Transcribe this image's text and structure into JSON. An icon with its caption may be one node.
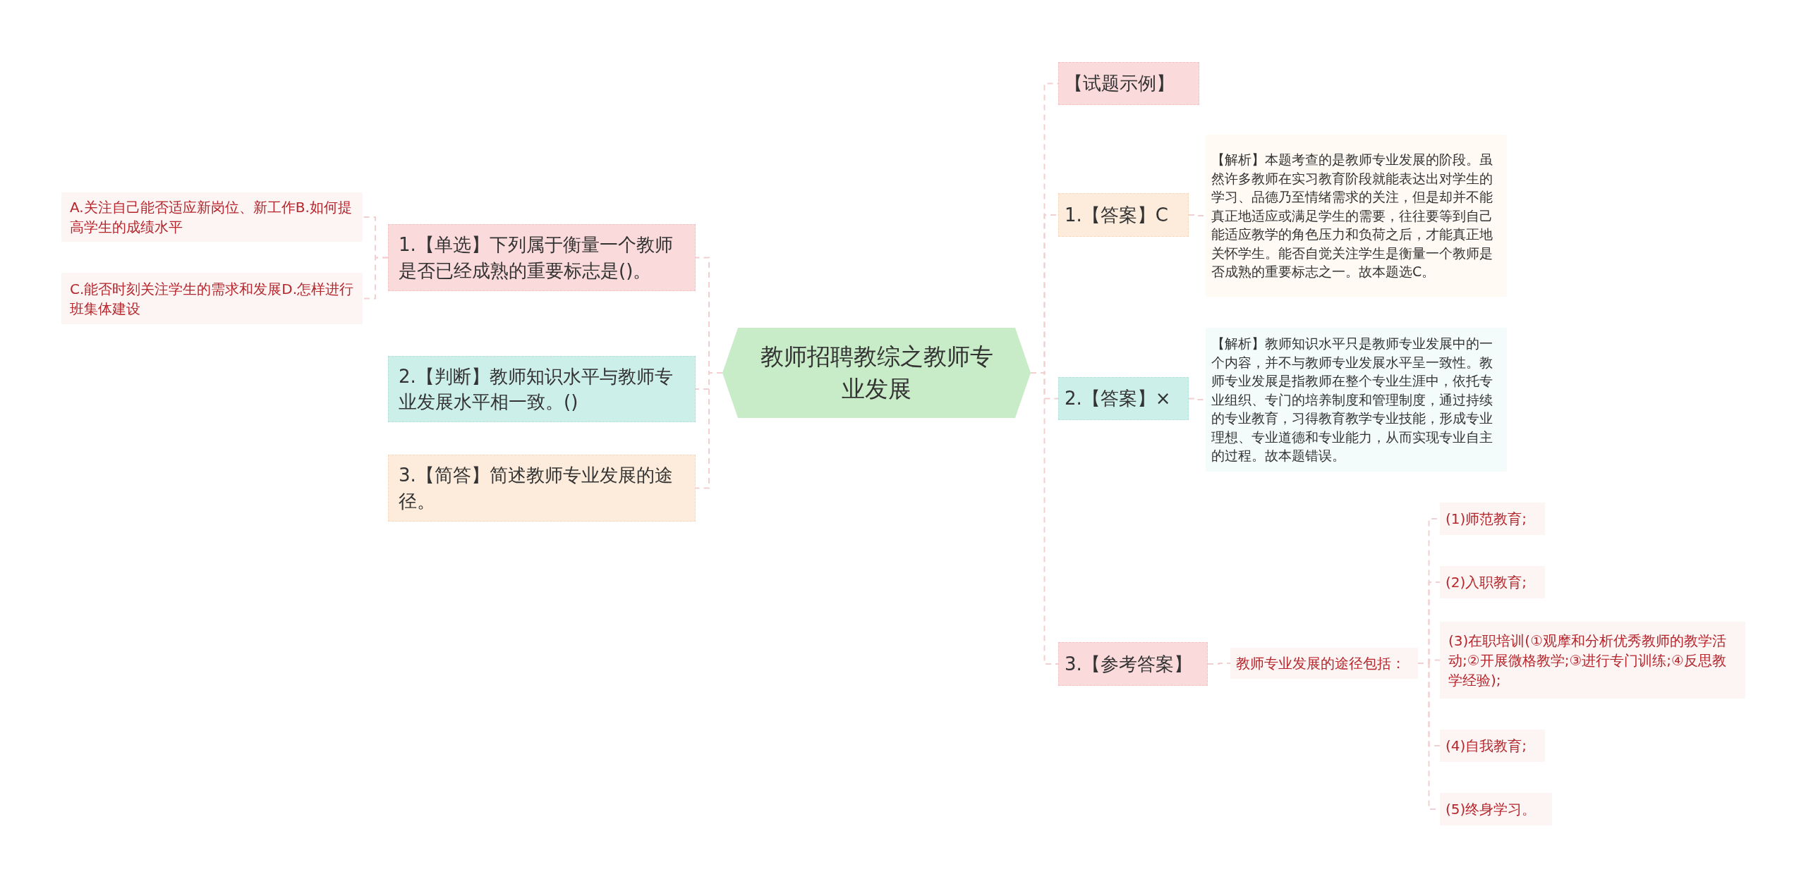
{
  "diagram": {
    "nodes": [
      {
        "text": [
          "教师招聘教综之教师专业发展"
        ]
      },
      {
        "text": [
          "1.【单选】下列属于衡量一个教师是否已经成熟的重要标志是()。"
        ]
      },
      {
        "text": [
          "A.关注自己能否适应新岗位、新工作B.如何提高学生的成绩水平"
        ]
      },
      {
        "text": [
          "C.能否时刻关注学生的需求和发展D.怎样进行班集体建设"
        ]
      },
      {
        "text": [
          "2.【判断】教师知识水平与教师专业发展水平相一致。()"
        ]
      },
      {
        "text": [
          "3.【简答】简述教师专业发展的途径。"
        ]
      },
      {
        "text": [
          "【试题示例】"
        ]
      },
      {
        "text": [
          "1.【答案】C"
        ]
      },
      {
        "text": [
          "【解析】本题考查的是教师专业发展的阶段。虽然许多教师在实习教育阶段就能表达出对学生的学习、品德乃至情绪需求的关注，但是却并不能真正地适应或满足学生的需要，往往要等到自己能适应教学的角色压力和负荷之后，才能真正地关怀学生。能否自觉关注学生是衡量一个教师是否成熟的重要标志之一。故本题选C。"
        ]
      },
      {
        "text": [
          "2.【答案】×"
        ]
      },
      {
        "text": [
          "【解析】教师知识水平只是教师专业发展中的一个内容，并不与教师专业发展水平呈一致性。教师专业发展是指教师在整个专业生涯中，依托专业组织、专门的培养制度和管理制度，通过持续的专业教育，习得教育教学专业技能，形成专业理想、专业道德和专业能力，从而实现专业自主的过程。故本题错误。"
        ]
      },
      {
        "text": [
          "3.【参考答案】"
        ]
      },
      {
        "text": [
          "教师专业发展的途径包括："
        ]
      },
      {
        "text": [
          "(1)师范教育;"
        ]
      },
      {
        "text": [
          "(2)入职教育;"
        ]
      },
      {
        "text": [
          "(3)在职培训(①观摩和分析优秀教师的教学活动;②开展微格教学;③进行专门训练;④反思教学经验);"
        ]
      },
      {
        "text": [
          "(4)自我教育;"
        ]
      },
      {
        "text": [
          "(5)终身学习。"
        ]
      }
    ],
    "edges": [
      {
        "from": 0,
        "to": 1,
        "arrow": "none"
      },
      {
        "from": 1,
        "to": 2,
        "arrow": "none"
      },
      {
        "from": 1,
        "to": 3,
        "arrow": "none"
      },
      {
        "from": 0,
        "to": 4,
        "arrow": "none"
      },
      {
        "from": 0,
        "to": 5,
        "arrow": "none"
      },
      {
        "from": 0,
        "to": 6,
        "arrow": "none"
      },
      {
        "from": 0,
        "to": 7,
        "arrow": "none"
      },
      {
        "from": 7,
        "to": 8,
        "arrow": "none"
      },
      {
        "from": 0,
        "to": 9,
        "arrow": "none"
      },
      {
        "from": 9,
        "to": 10,
        "arrow": "none"
      },
      {
        "from": 0,
        "to": 11,
        "arrow": "none"
      },
      {
        "from": 11,
        "to": 12,
        "arrow": "none"
      },
      {
        "from": 12,
        "to": 13,
        "arrow": "none"
      },
      {
        "from": 12,
        "to": 14,
        "arrow": "none"
      },
      {
        "from": 12,
        "to": 15,
        "arrow": "none"
      },
      {
        "from": 12,
        "to": 16,
        "arrow": "none"
      },
      {
        "from": 12,
        "to": 17,
        "arrow": "none"
      }
    ]
  }
}
